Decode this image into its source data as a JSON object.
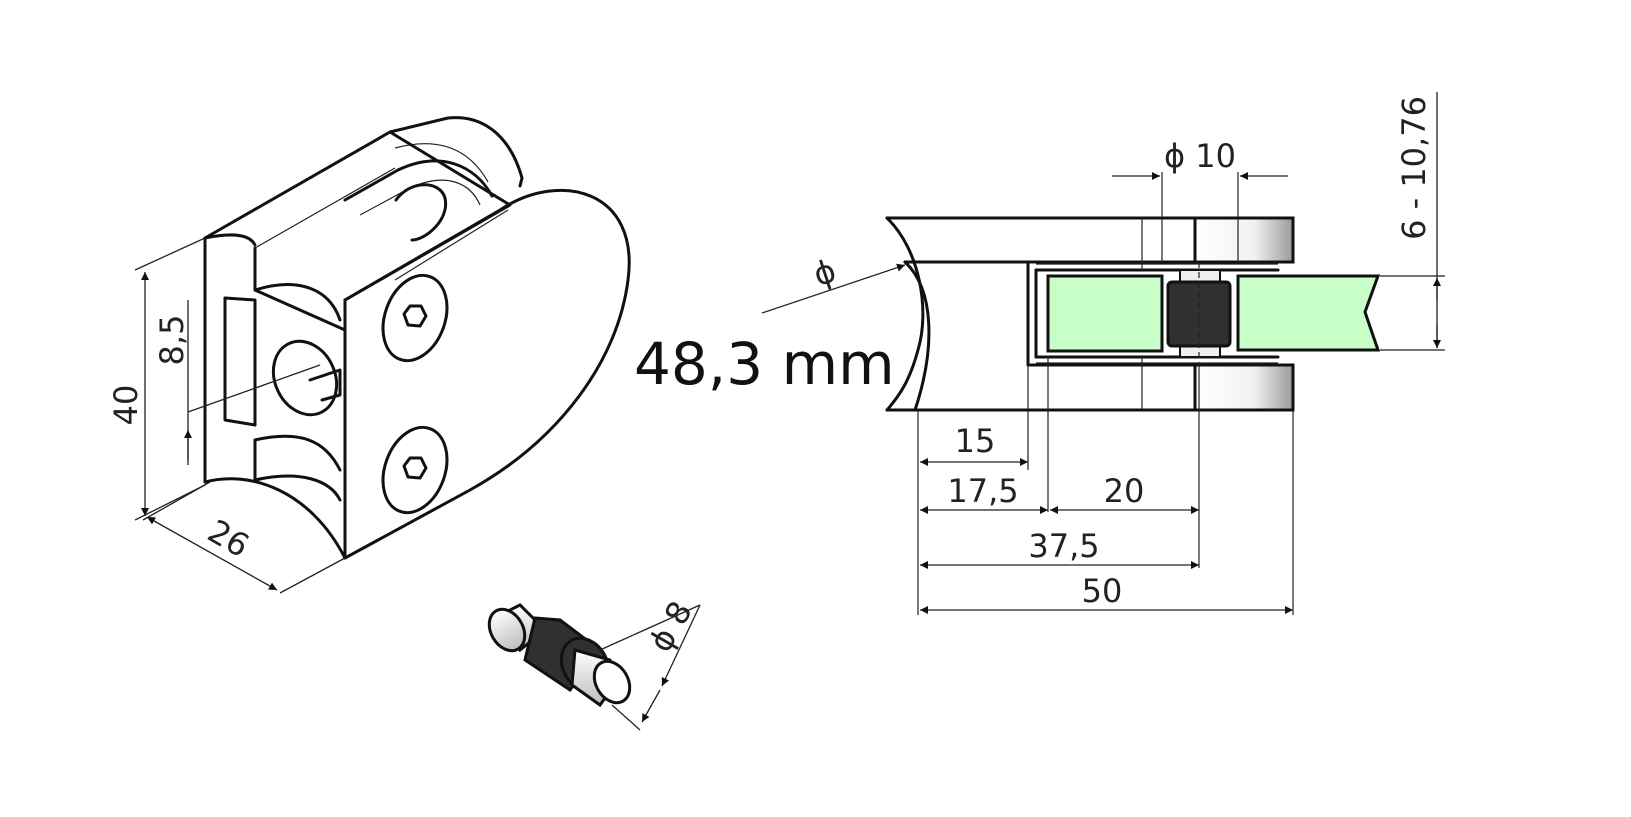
{
  "colors": {
    "line": "#111111",
    "glass": "#c8ffc8",
    "rubber": "#303030",
    "metal_light": "#ffffff",
    "metal_dark": "#9a9a9a"
  },
  "iso_view": {
    "height_label": "40",
    "slot_label": "8,5",
    "depth_label": "26"
  },
  "pin": {
    "diameter_label": "ϕ 8"
  },
  "section_view": {
    "tube_diameter_symbol": "ϕ",
    "tube_diameter_value": "48,3 mm",
    "bolt_diameter_label": "ϕ 10",
    "glass_thickness_label": "6 - 10,76",
    "dim_15": "15",
    "dim_17_5": "17,5",
    "dim_20": "20",
    "dim_37_5": "37,5",
    "dim_50": "50"
  }
}
